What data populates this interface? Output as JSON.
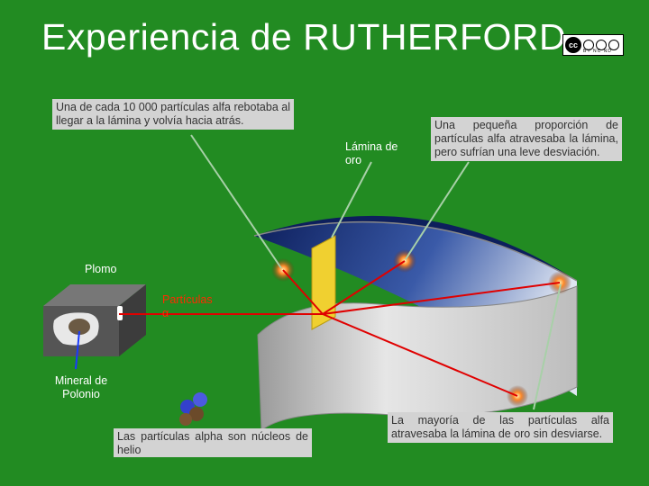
{
  "title": "Experiencia de RUTHERFORD",
  "license_badge": {
    "icon": "cc-by-nc-nd-icon",
    "cc_text": "cc",
    "text": "BY NC ND"
  },
  "labels": {
    "rebound": "Una de cada 10 000 partículas alfa rebotaba al llegar a la lámina y volvía hacia atrás.",
    "gold_foil": "Lámina de oro",
    "small_deviation": "Una pequeña proporción de partículas alfa atravesaba la lámina, pero sufrían una leve desviación.",
    "lead": "Plomo",
    "alpha_particles": "Partículas α",
    "polonium": "Mineral de Polonio",
    "helium_nuclei": "Las partículas alpha son núcleos de helio",
    "majority": "La mayoría de las partículas alfa atravesaba la lámina de oro sin desviarse."
  },
  "colors": {
    "background": "#228b22",
    "screen_inner": "#1e3a8a",
    "screen_outer": "#d8d8d8",
    "foil": "#f0d030",
    "beam": "#e00000",
    "label_box": "#d3d3d3"
  }
}
